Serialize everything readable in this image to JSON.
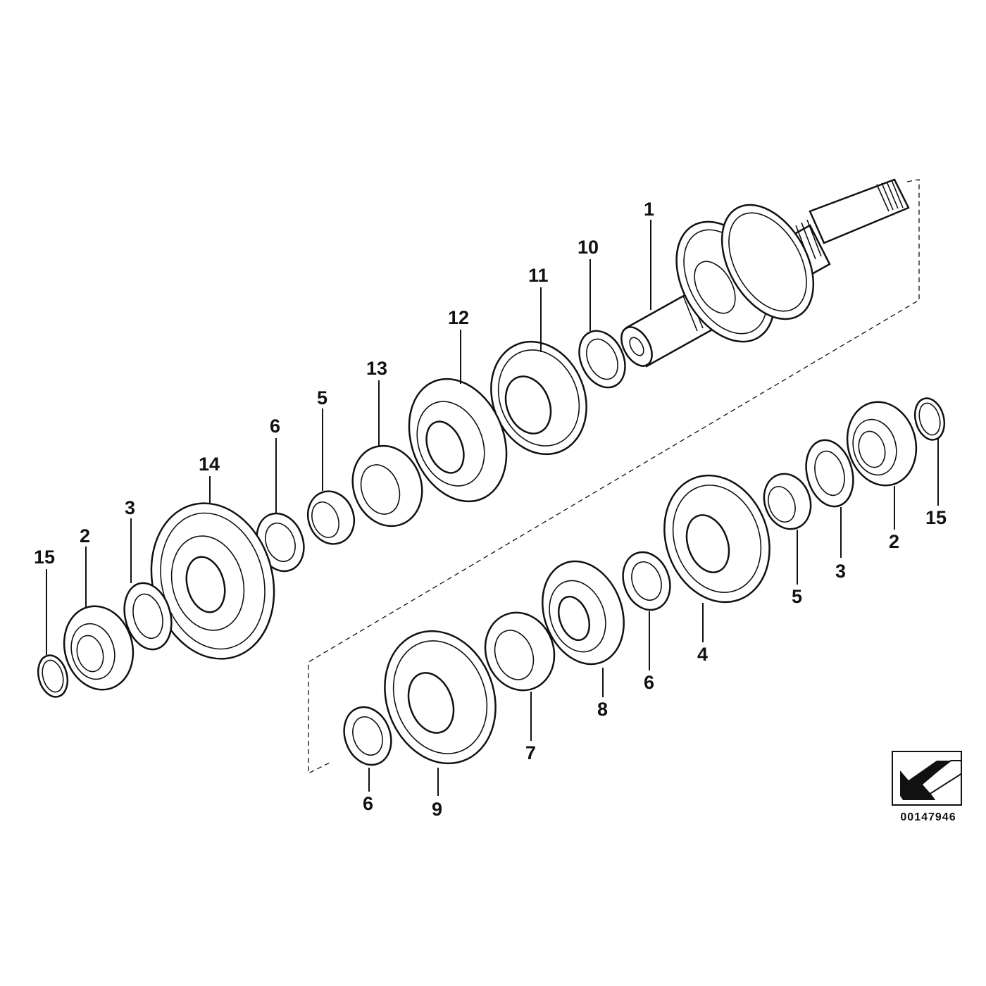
{
  "diagram": {
    "id_label": "00147946",
    "nav_icon": "pointer-arrow-icon",
    "callouts": {
      "c1": "1",
      "c10": "10",
      "c11": "11",
      "c12": "12",
      "c13": "13",
      "c5_upper": "5",
      "c6_upper": "6",
      "c14": "14",
      "c3_left": "3",
      "c2_left": "2",
      "c15_left": "15",
      "c15_right": "15",
      "c2_right": "2",
      "c3_right": "3",
      "c5_lower": "5",
      "c4": "4",
      "c6_mid": "6",
      "c8": "8",
      "c7": "7",
      "c9": "9",
      "c6_lower": "6"
    }
  }
}
